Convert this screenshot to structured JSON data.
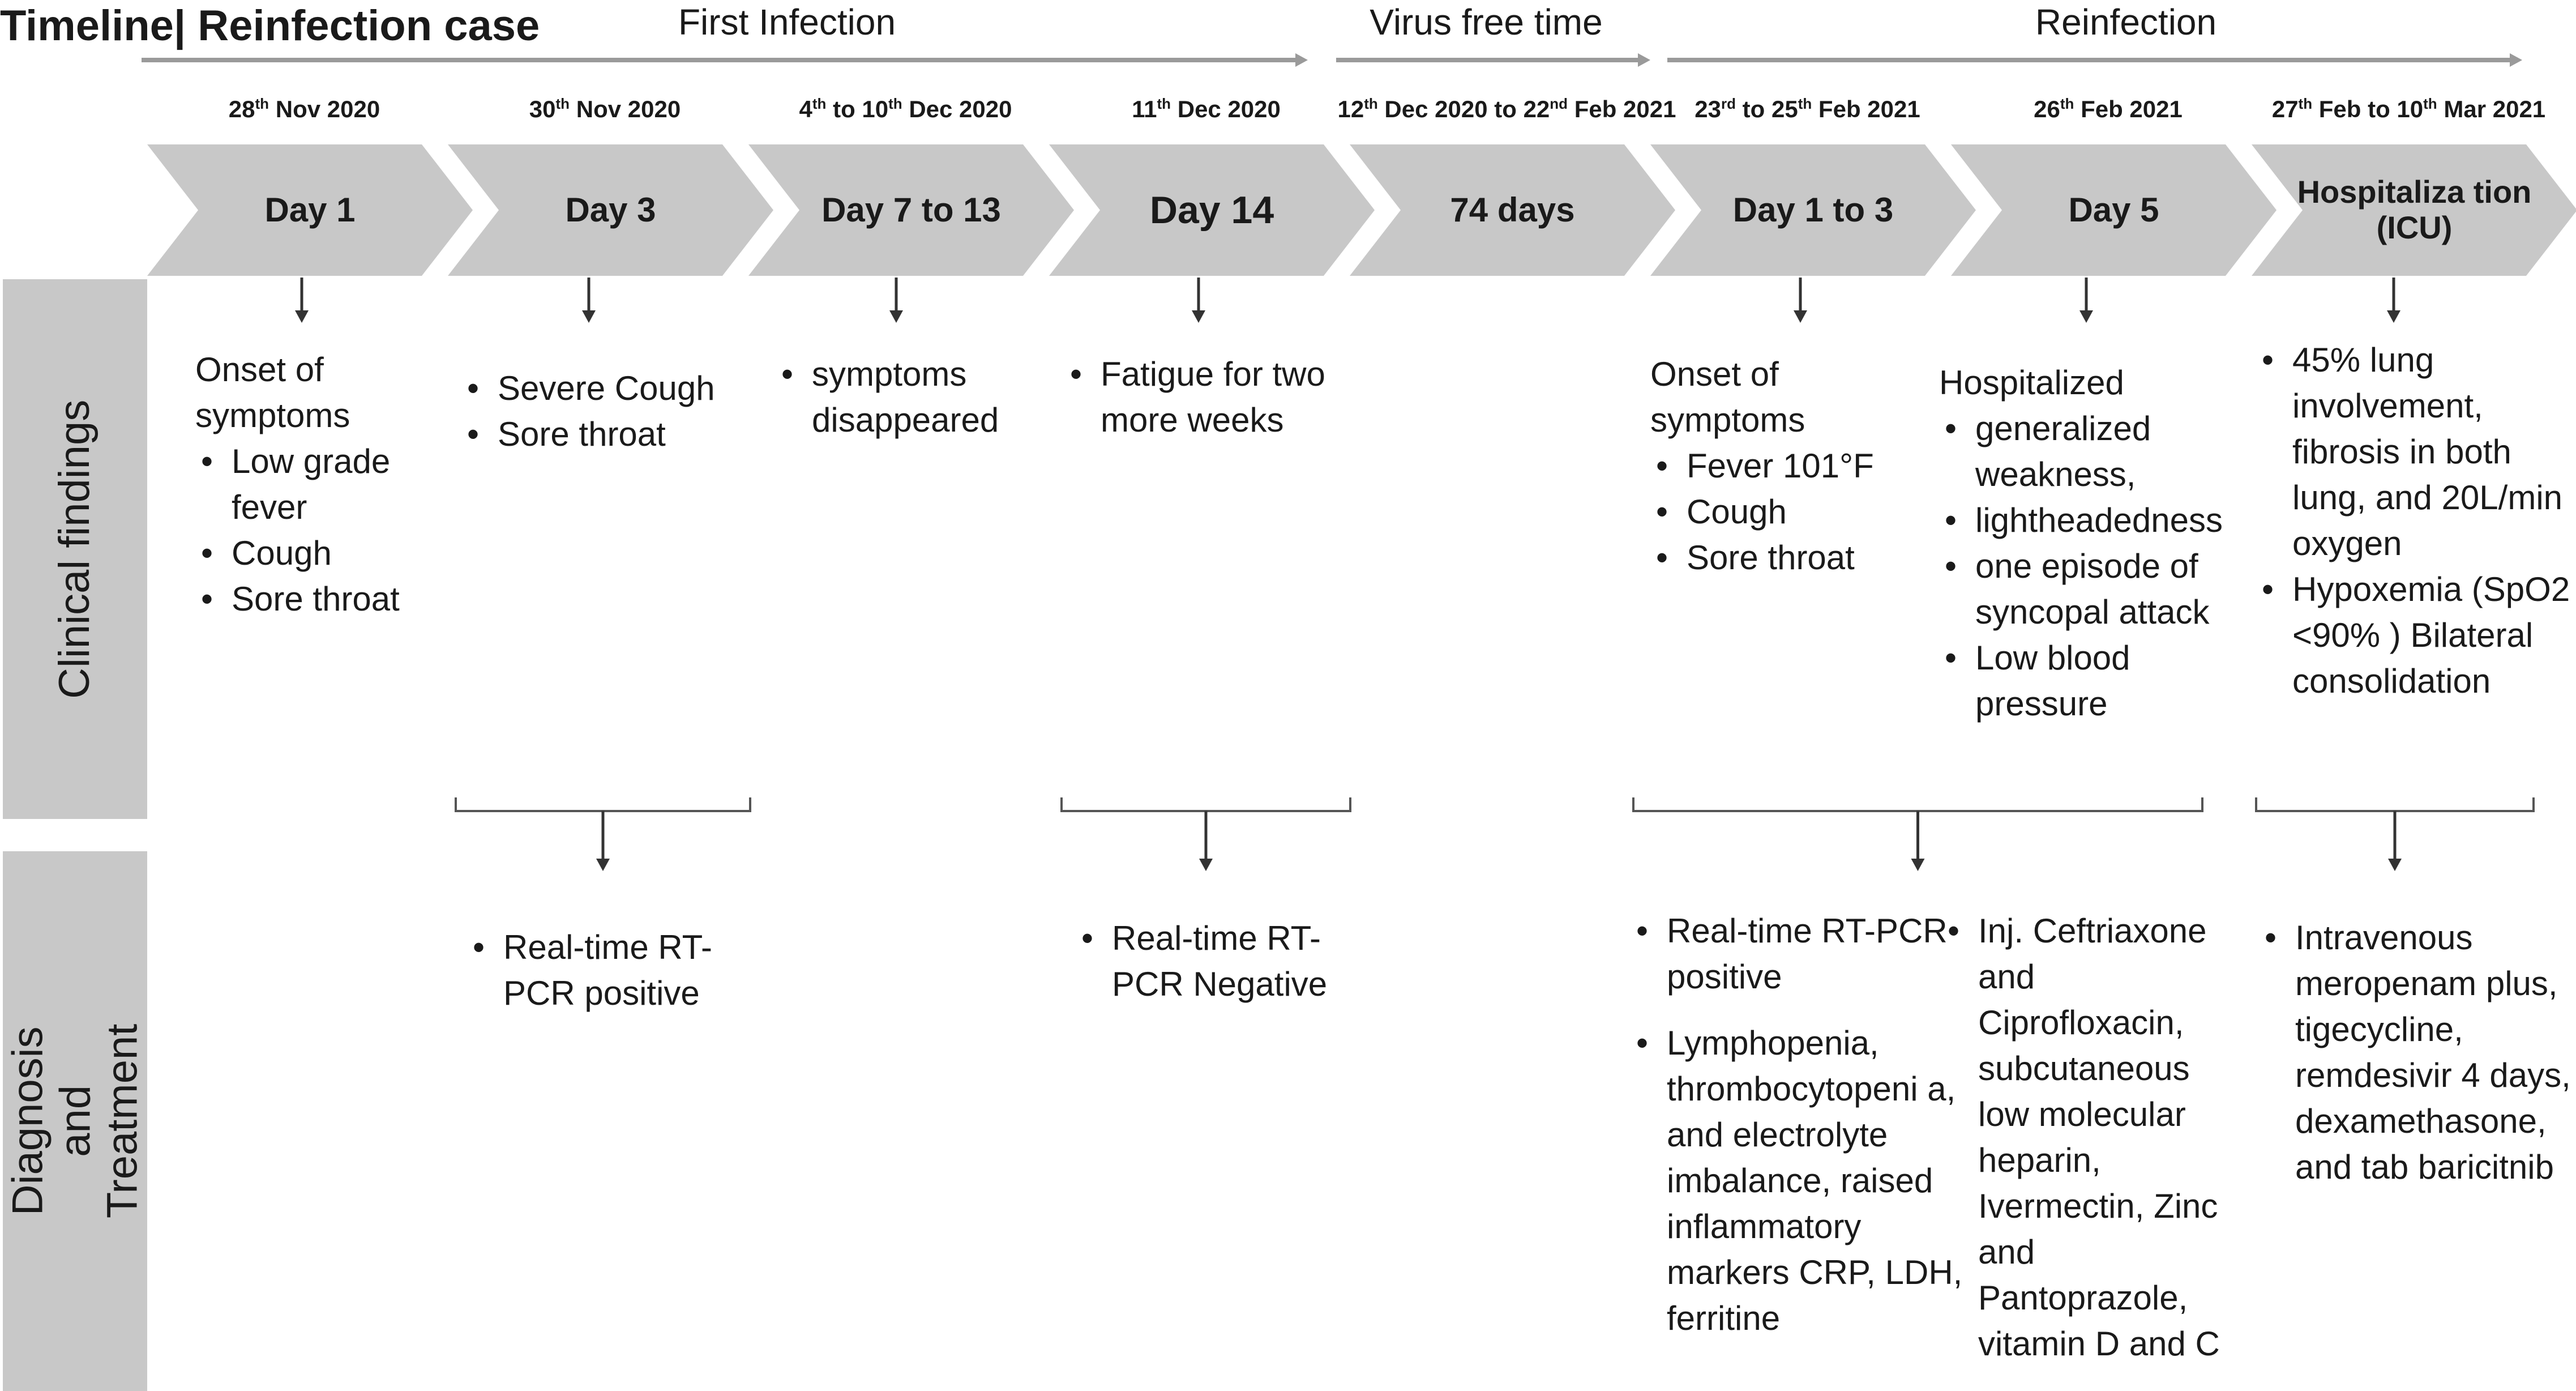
{
  "header": {
    "title": "Timeline| Reinfection case",
    "phases": [
      {
        "id": "first",
        "label": "First Infection"
      },
      {
        "id": "virusfree",
        "label": "Virus free time"
      },
      {
        "id": "reinfection",
        "label": "Reinfection"
      }
    ]
  },
  "timeline": [
    {
      "date_parts": [
        "28",
        "th",
        " Nov 2020"
      ],
      "label": "Day 1"
    },
    {
      "date_parts": [
        "30",
        "th",
        " Nov 2020"
      ],
      "label": "Day 3"
    },
    {
      "date_parts": [
        "4",
        "th",
        " to 10",
        "th",
        " Dec 2020"
      ],
      "label": "Day 7 to 13"
    },
    {
      "date_parts": [
        "11",
        "th",
        " Dec 2020"
      ],
      "label": "Day 14"
    },
    {
      "date_parts": [
        "12",
        "th",
        " Dec 2020 to 22",
        "nd",
        " Feb 2021"
      ],
      "label": "74 days"
    },
    {
      "date_parts": [
        "23",
        "rd",
        " to 25",
        "th",
        " Feb 2021"
      ],
      "label": "Day 1 to 3"
    },
    {
      "date_parts": [
        "26",
        "th",
        " Feb 2021"
      ],
      "label": "Day 5"
    },
    {
      "date_parts": [
        "27",
        "th",
        " Feb to 10",
        "th",
        " Mar 2021"
      ],
      "label": "Hospitaliza tion (ICU)"
    }
  ],
  "rows": {
    "clinical": "Clinical findings",
    "diagnosis": "Diagnosis and Treatment"
  },
  "clinical": [
    {
      "intro": "Onset of symptoms",
      "items": [
        "Low grade fever",
        "Cough",
        "Sore throat"
      ]
    },
    {
      "intro": "",
      "items": [
        "Severe Cough",
        "Sore throat"
      ]
    },
    {
      "intro": "",
      "items": [
        "symptoms disappeared"
      ]
    },
    {
      "intro": "",
      "items": [
        "Fatigue for two more weeks"
      ]
    },
    {
      "intro": "",
      "items": []
    },
    {
      "intro": "Onset of symptoms",
      "items": [
        "Fever 101°F",
        "Cough",
        "Sore throat"
      ]
    },
    {
      "intro": "Hospitalized",
      "items": [
        "generalized weakness,",
        "lightheadedness",
        "one episode of syncopal attack",
        "Low blood pressure"
      ]
    },
    {
      "intro": "",
      "items": [
        "45% lung involvement, fibrosis in both lung, and 20L/min oxygen",
        "Hypoxemia (SpO2 <90% ) Bilateral consolidation"
      ]
    }
  ],
  "diagnosis": [
    {
      "items": [
        "Real-time RT-PCR positive"
      ]
    },
    {
      "items": [
        "Real-time RT-PCR Negative"
      ]
    },
    {
      "items": [
        "Real-time RT-PCR positive",
        "Lymphopenia, thrombocytopeni a, and electrolyte imbalance, raised inflammatory markers  CRP, LDH, ferritine"
      ]
    },
    {
      "items": [
        "Inj. Ceftriaxone and Ciprofloxacin, subcutaneous low molecular heparin, Ivermectin, Zinc and Pantoprazole, vitamin D and C"
      ]
    },
    {
      "items": [
        "Intravenous meropenam plus, tigecycline, remdesivir 4 days, dexamethasone, and tab baricitnib"
      ]
    }
  ],
  "colors": {
    "chevron": "#c8c8c8",
    "band": "#c8c8c8",
    "arrow": "#9a9a9a",
    "line": "#333333"
  }
}
